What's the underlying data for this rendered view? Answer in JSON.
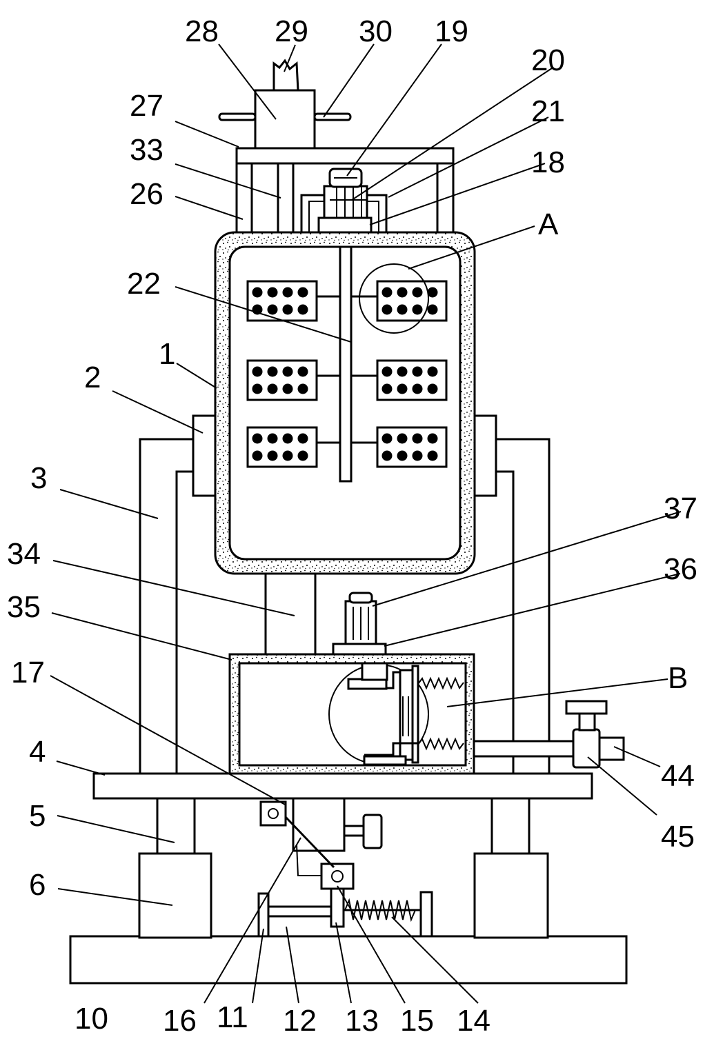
{
  "labels": {
    "n1": "1",
    "n2": "2",
    "n3": "3",
    "n4": "4",
    "n5": "5",
    "n6": "6",
    "n10": "10",
    "n11": "11",
    "n12": "12",
    "n13": "13",
    "n14": "14",
    "n15": "15",
    "n16": "16",
    "n17": "17",
    "n18": "18",
    "n19": "19",
    "n20": "20",
    "n21": "21",
    "n22": "22",
    "n26": "26",
    "n27": "27",
    "n28": "28",
    "n29": "29",
    "n30": "30",
    "n33": "33",
    "n34": "34",
    "n35": "35",
    "n36": "36",
    "n37": "37",
    "n44": "44",
    "n45": "45",
    "A": "A",
    "B": "B"
  },
  "colors": {
    "line": "#000000",
    "background": "#ffffff",
    "texture": "#000000"
  }
}
